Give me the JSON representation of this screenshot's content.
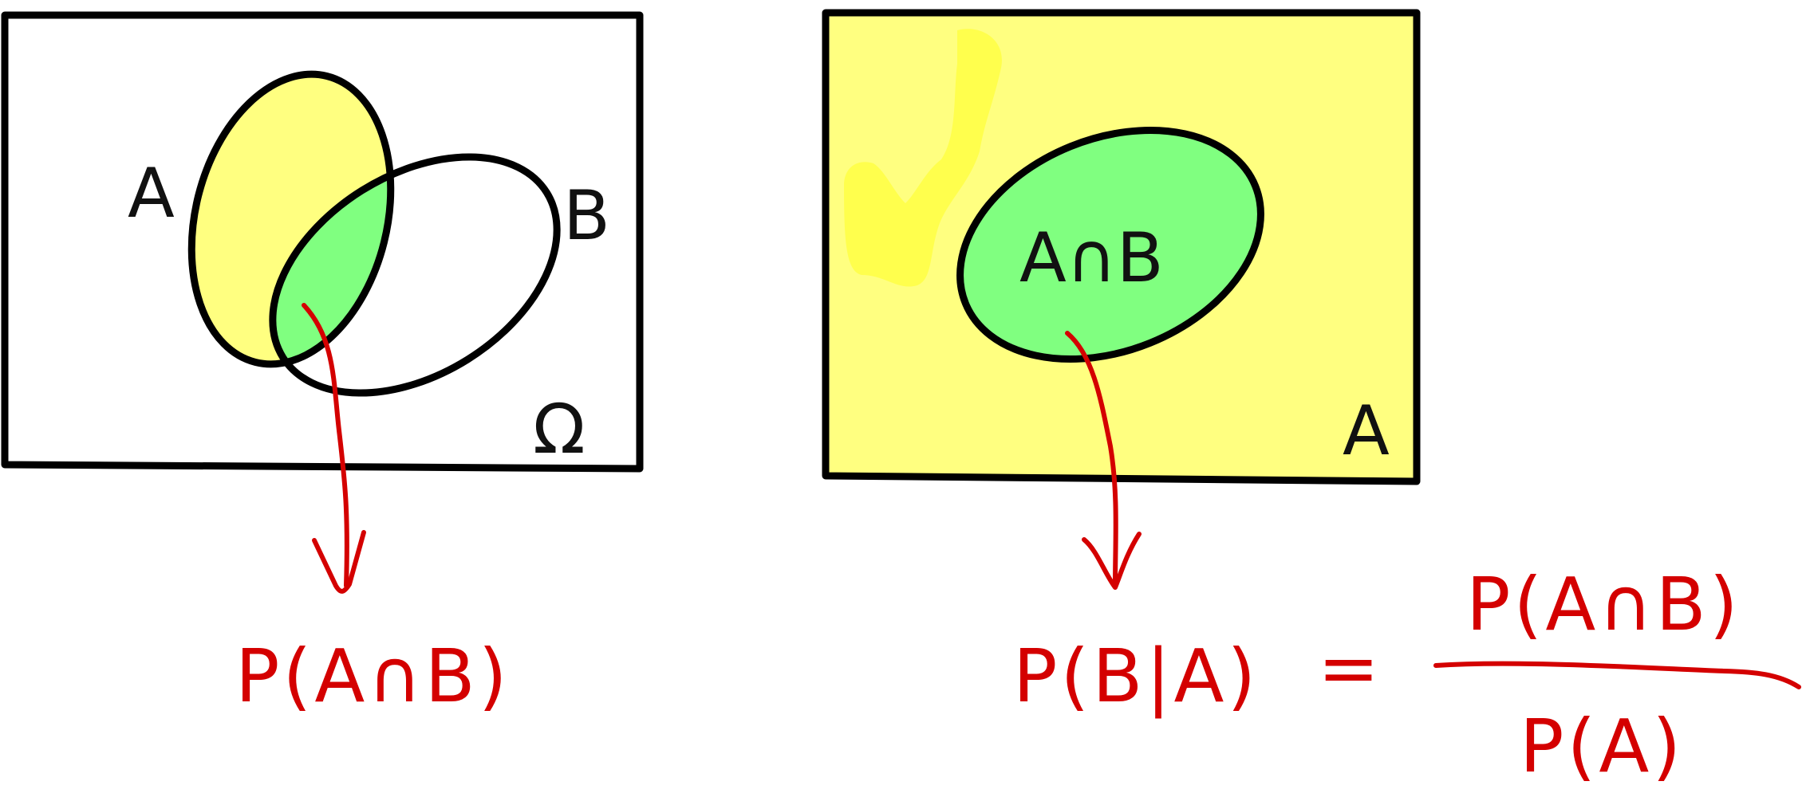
{
  "colors": {
    "highlight_yellow": "#ffff80",
    "intersection_green": "#80ff80",
    "ink_black": "#000000",
    "ink_red": "#d40000"
  },
  "left_diagram": {
    "set_a_label": "A",
    "set_b_label": "B",
    "universe_label": "Ω",
    "formula": "P(A∩B)"
  },
  "right_diagram": {
    "intersection_label": "A∩B",
    "restricted_set_label": "A",
    "formula_lhs": "P(B|A)",
    "equals": "=",
    "numerator": "P(A∩B)",
    "denominator": "P(A)"
  }
}
